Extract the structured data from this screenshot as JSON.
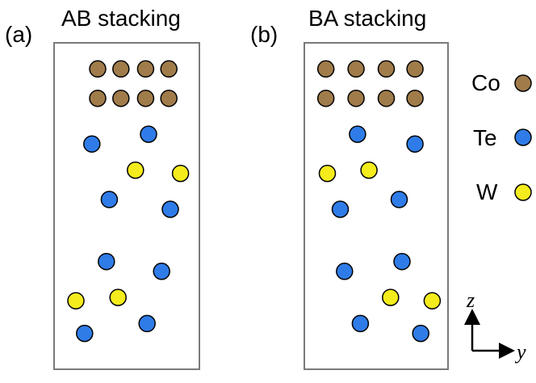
{
  "panels": [
    {
      "tag": "(a)",
      "title": "AB stacking",
      "atoms": [
        {
          "el": "Co",
          "y": 0.3,
          "z": 0.92
        },
        {
          "el": "Co",
          "y": 0.46,
          "z": 0.92
        },
        {
          "el": "Co",
          "y": 0.63,
          "z": 0.92
        },
        {
          "el": "Co",
          "y": 0.79,
          "z": 0.92
        },
        {
          "el": "Co",
          "y": 0.3,
          "z": 0.83
        },
        {
          "el": "Co",
          "y": 0.46,
          "z": 0.83
        },
        {
          "el": "Co",
          "y": 0.63,
          "z": 0.83
        },
        {
          "el": "Co",
          "y": 0.79,
          "z": 0.83
        },
        {
          "el": "Te",
          "y": 0.26,
          "z": 0.69
        },
        {
          "el": "Te",
          "y": 0.65,
          "z": 0.72
        },
        {
          "el": "W",
          "y": 0.56,
          "z": 0.61
        },
        {
          "el": "W",
          "y": 0.87,
          "z": 0.6
        },
        {
          "el": "Te",
          "y": 0.38,
          "z": 0.52
        },
        {
          "el": "Te",
          "y": 0.8,
          "z": 0.49
        },
        {
          "el": "Te",
          "y": 0.36,
          "z": 0.33
        },
        {
          "el": "Te",
          "y": 0.74,
          "z": 0.3
        },
        {
          "el": "W",
          "y": 0.15,
          "z": 0.21
        },
        {
          "el": "W",
          "y": 0.44,
          "z": 0.22
        },
        {
          "el": "Te",
          "y": 0.21,
          "z": 0.11
        },
        {
          "el": "Te",
          "y": 0.64,
          "z": 0.14
        }
      ]
    },
    {
      "tag": "(b)",
      "title": "BA stacking",
      "atoms": [
        {
          "el": "Co",
          "y": 0.15,
          "z": 0.92
        },
        {
          "el": "Co",
          "y": 0.36,
          "z": 0.92
        },
        {
          "el": "Co",
          "y": 0.57,
          "z": 0.92
        },
        {
          "el": "Co",
          "y": 0.77,
          "z": 0.92
        },
        {
          "el": "Co",
          "y": 0.15,
          "z": 0.83
        },
        {
          "el": "Co",
          "y": 0.36,
          "z": 0.83
        },
        {
          "el": "Co",
          "y": 0.57,
          "z": 0.83
        },
        {
          "el": "Co",
          "y": 0.77,
          "z": 0.83
        },
        {
          "el": "Te",
          "y": 0.37,
          "z": 0.72
        },
        {
          "el": "Te",
          "y": 0.77,
          "z": 0.69
        },
        {
          "el": "W",
          "y": 0.16,
          "z": 0.6
        },
        {
          "el": "W",
          "y": 0.45,
          "z": 0.61
        },
        {
          "el": "Te",
          "y": 0.66,
          "z": 0.52
        },
        {
          "el": "Te",
          "y": 0.25,
          "z": 0.49
        },
        {
          "el": "Te",
          "y": 0.68,
          "z": 0.33
        },
        {
          "el": "Te",
          "y": 0.28,
          "z": 0.3
        },
        {
          "el": "W",
          "y": 0.6,
          "z": 0.22
        },
        {
          "el": "W",
          "y": 0.89,
          "z": 0.21
        },
        {
          "el": "Te",
          "y": 0.39,
          "z": 0.14
        },
        {
          "el": "Te",
          "y": 0.81,
          "z": 0.11
        }
      ]
    }
  ],
  "legend": [
    {
      "el": "Co",
      "label": "Co",
      "color": "#a07c4a"
    },
    {
      "el": "Te",
      "label": "Te",
      "color": "#2f7ce8"
    },
    {
      "el": "W",
      "label": "W",
      "color": "#f4ec1c"
    }
  ],
  "axes": {
    "vertical": "z",
    "horizontal": "y"
  }
}
